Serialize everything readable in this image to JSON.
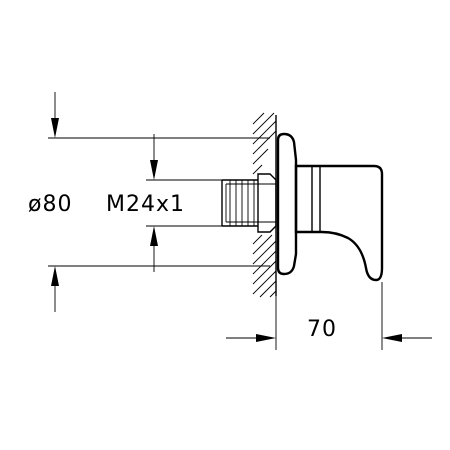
{
  "dimensions": {
    "outer_diameter": "ø80",
    "thread": "M24x1",
    "depth": "70"
  }
}
